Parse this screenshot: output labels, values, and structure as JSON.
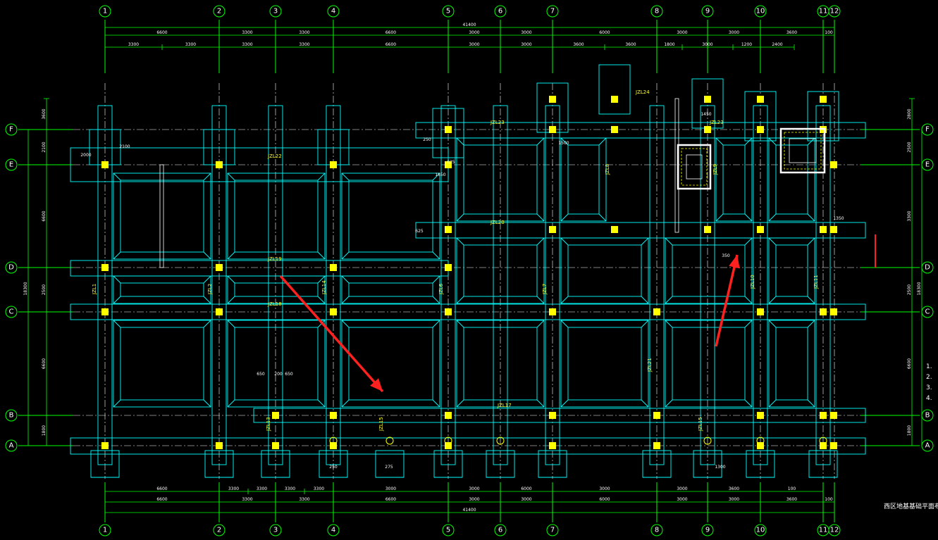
{
  "drawing": {
    "background": "#000000",
    "colors": {
      "grid": "#00ff00",
      "footing": "#00ffff",
      "column": "#ffff00",
      "beam_label": "#ffff33",
      "arrow": "#ff2020",
      "text": "#ffffff"
    },
    "title": "西区地基基础平面布置图",
    "axes_x": [
      {
        "label": "1"
      },
      {
        "label": "2"
      },
      {
        "label": "3"
      },
      {
        "label": "4"
      },
      {
        "label": "5"
      },
      {
        "label": "6"
      },
      {
        "label": "7"
      },
      {
        "label": "8"
      },
      {
        "label": "9"
      },
      {
        "label": "10"
      },
      {
        "label": "11"
      },
      {
        "label": "12"
      }
    ],
    "axes_y": [
      {
        "label": "F"
      },
      {
        "label": "E"
      },
      {
        "label": "D"
      },
      {
        "label": "C"
      },
      {
        "label": "B"
      },
      {
        "label": "A"
      }
    ],
    "total_length": "41400",
    "dims_top_row1": [
      "6600",
      "3300",
      "3300",
      "6600",
      "3000",
      "3000",
      "6000",
      "3000",
      "3000",
      "3600",
      "100"
    ],
    "dims_top_row2": [
      "3300",
      "3300",
      "3300",
      "3300",
      "6600",
      "3000",
      "3000",
      "3600",
      "3600",
      "1800",
      "3000",
      "1200",
      "2400"
    ],
    "dims_bottom_row1": [
      "6600",
      "3300",
      "3300",
      "3300",
      "3300",
      "3000",
      "3000",
      "6000",
      "3000",
      "3000",
      "3600",
      "100"
    ],
    "dims_bottom_row2": [
      "6600",
      "3300",
      "3300",
      "6600",
      "3000",
      "3000",
      "6000",
      "3000",
      "3000",
      "3600",
      "100"
    ],
    "total_width": "18300",
    "dims_left": [
      "3600",
      "2100",
      "6600",
      "2500",
      "6600",
      "1800"
    ],
    "dims_right": [
      "2800",
      "2500",
      "3300",
      "2500",
      "6600",
      "1800"
    ],
    "beam_labels": [
      "JZL22",
      "JZL19",
      "JZL18",
      "JZL17",
      "JZL23",
      "JZL20",
      "JZL24",
      "JZL23",
      "JZL1",
      "JZL2",
      "JZL14",
      "JZL6",
      "JZL7",
      "JZL8",
      "JZL9",
      "JZL10",
      "JZL11",
      "JZL13",
      "JZL15",
      "JZL15",
      "JZL21"
    ],
    "local_dims": [
      "2000",
      "2100",
      "1650",
      "1500",
      "625",
      "625",
      "650",
      "200",
      "650",
      "250",
      "350",
      "1300",
      "275",
      "250",
      "1450",
      "1350"
    ]
  }
}
